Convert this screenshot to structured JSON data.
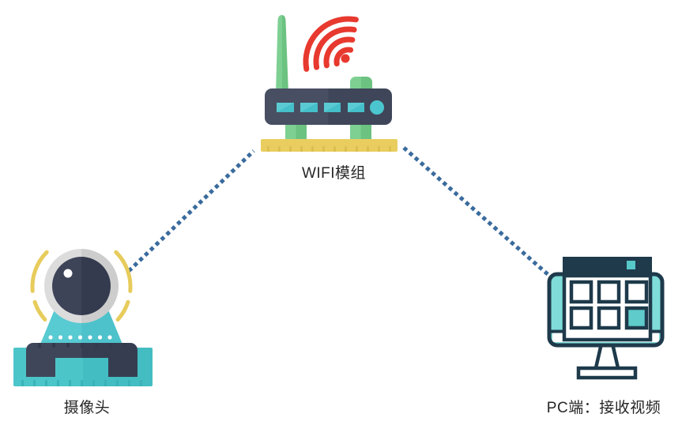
{
  "diagram": {
    "type": "network-topology",
    "nodes": [
      {
        "id": "wifi-module",
        "label": "WIFI模组",
        "icon": "wifi-router-icon"
      },
      {
        "id": "camera",
        "label": "摄像头",
        "icon": "camera-icon"
      },
      {
        "id": "pc-client",
        "label": "PC端：接收视频",
        "icon": "pc-monitor-icon"
      }
    ],
    "connections": [
      {
        "from": "camera",
        "to": "wifi-module",
        "style": "dotted"
      },
      {
        "from": "wifi-module",
        "to": "pc-client",
        "style": "dotted"
      }
    ],
    "colors": {
      "background": "#ffffff",
      "dotted_line": "#3a6b9d",
      "router_navy": "#474e62",
      "router_port_teal": "#4bc6cf",
      "antenna_green": "#7ed092",
      "base_yellow": "#e9ce5f",
      "wifi_signal_red": "#e8392f",
      "camera_teal": "#52c7cf",
      "camera_navy": "#3d4458",
      "camera_arc_yellow": "#e7cc5c",
      "pc_outline_navy": "#1e3a4b",
      "pc_screen_teal": "#7fdcd9",
      "pc_accent_teal": "#56c8c8",
      "label_text": "#262626"
    }
  }
}
